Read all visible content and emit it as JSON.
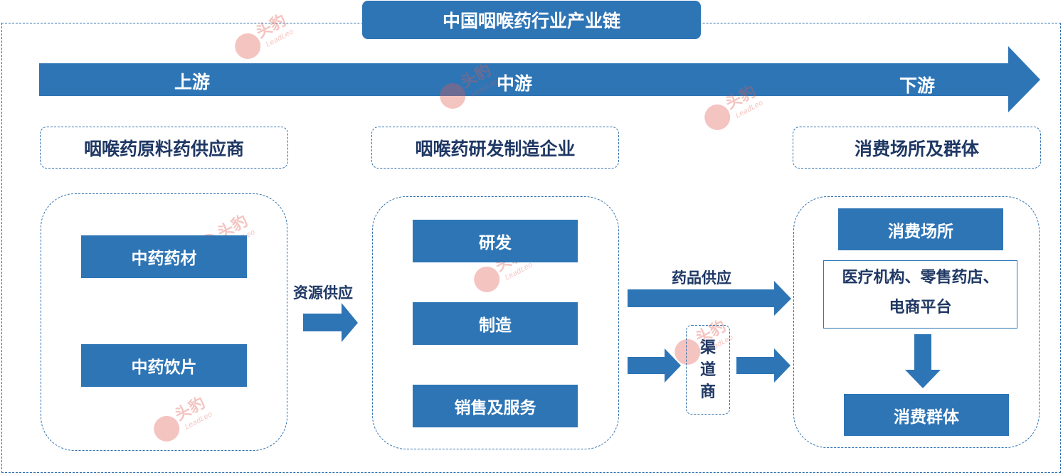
{
  "title": "中国咽喉药行业产业链",
  "stages": {
    "upstream": "上游",
    "midstream": "中游",
    "downstream": "下游"
  },
  "categories": {
    "upstream": "咽喉药原料药供应商",
    "midstream": "咽喉药研发制造企业",
    "downstream": "消费场所及群体"
  },
  "upstream_items": [
    "中药药材",
    "中药饮片"
  ],
  "midstream_items": [
    "研发",
    "制造",
    "销售及服务"
  ],
  "downstream": {
    "venue": "消费场所",
    "venue_detail_line1": "医疗机构、零售药店、",
    "venue_detail_line2": "电商平台",
    "group": "消费群体"
  },
  "flows": {
    "resource_supply": "资源供应",
    "drug_supply": "药品供应"
  },
  "channel": {
    "char1": "渠",
    "char2": "道",
    "char3": "商"
  },
  "watermark": {
    "brand": "头豹",
    "latin": "LeadLeo"
  },
  "colors": {
    "primary": "#2e75b6",
    "dark_text": "#1f3864",
    "watermark": "#e05a4f"
  }
}
